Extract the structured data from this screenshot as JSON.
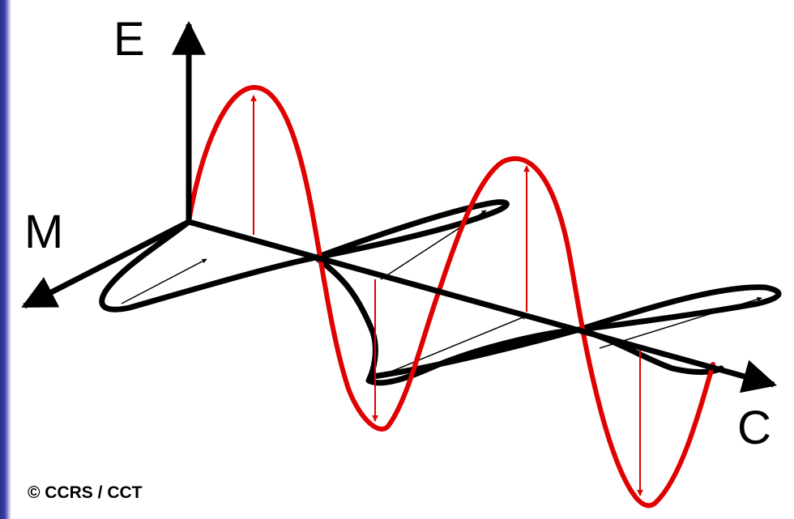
{
  "labels": {
    "e_axis": "E",
    "m_axis": "M",
    "c_axis": "C",
    "copyright": "© CCRS / CCT"
  },
  "colors": {
    "background_border": "#2b2f8f",
    "electric_wave": "#e00000",
    "magnetic_wave": "#000000",
    "axes": "#000000"
  }
}
